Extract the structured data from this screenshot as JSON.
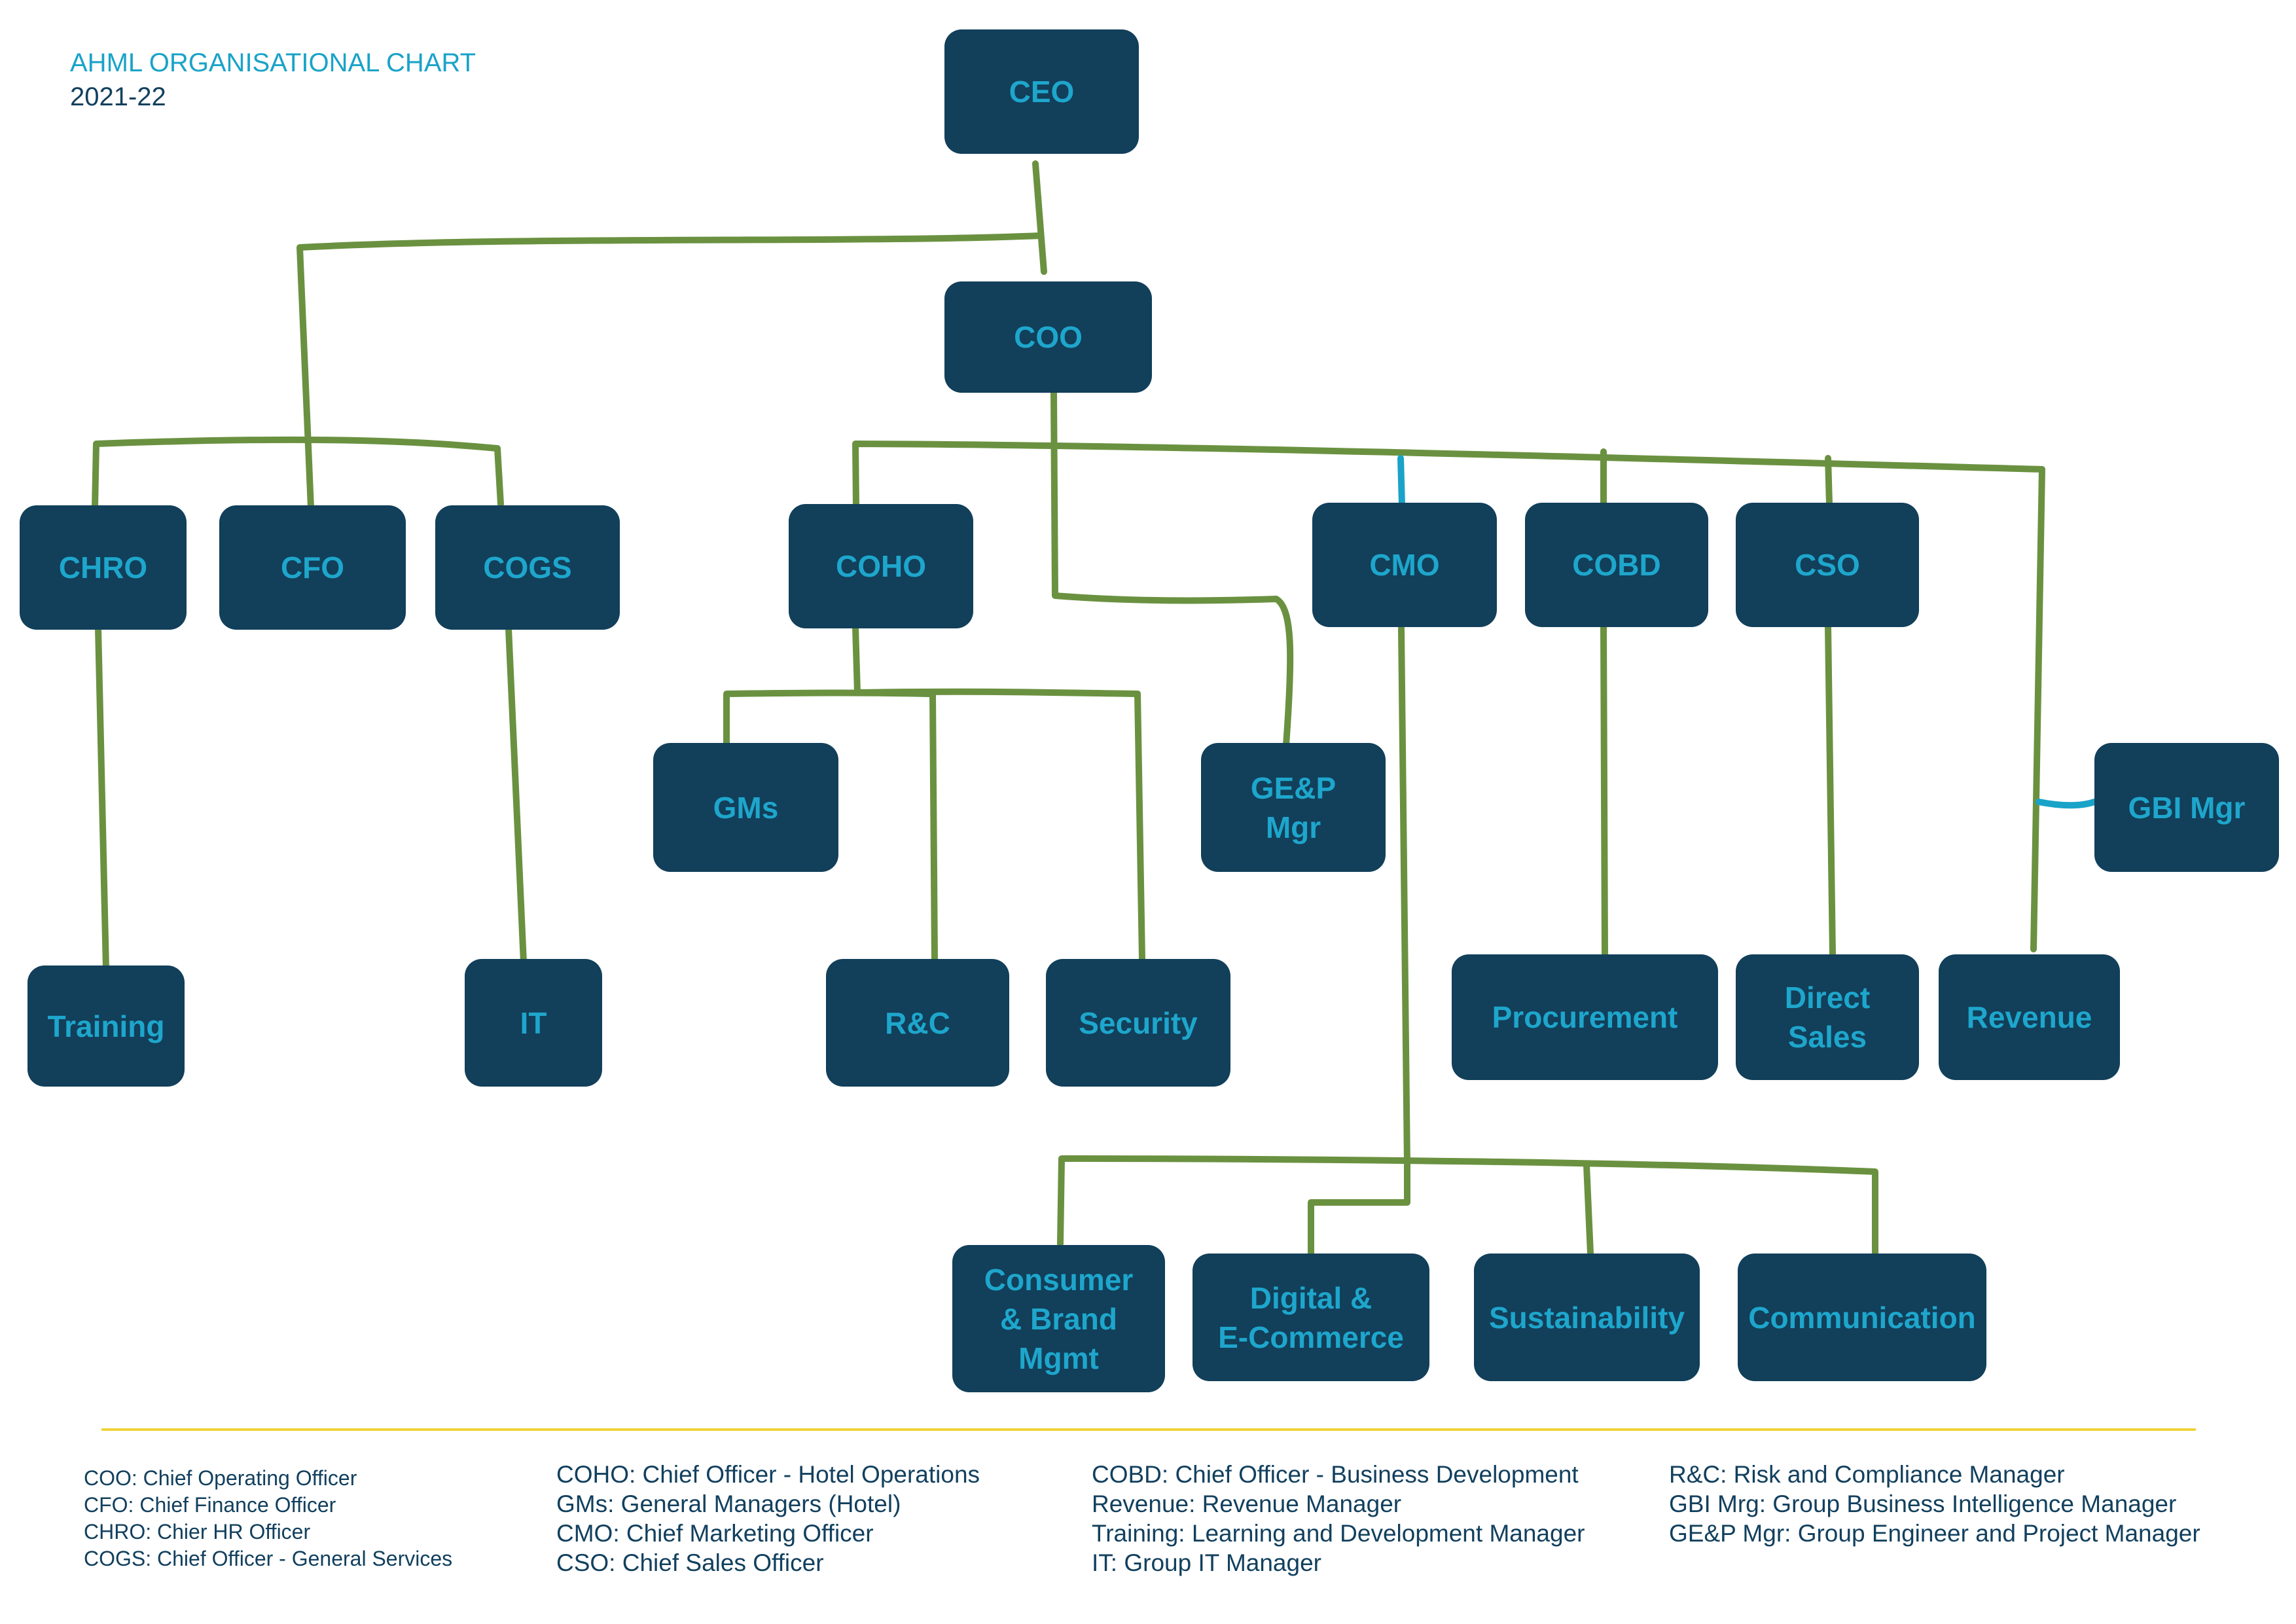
{
  "title": "AHML ORGANISATIONAL CHART",
  "subtitle": "2021-22",
  "colors": {
    "box": "#123f5a",
    "box_text": "#1ea6cc",
    "connector": "#6a9140",
    "connector_accent": "#1aa3c8",
    "divider": "#f0d43a",
    "title": "#1aa3c8",
    "legend_text": "#12405e"
  },
  "nodes": {
    "ceo": "CEO",
    "coo": "COO",
    "chro": "CHRO",
    "cfo": "CFO",
    "cogs": "COGS",
    "coho": "COHO",
    "cmo": "CMO",
    "cobd": "COBD",
    "cso": "CSO",
    "gms": "GMs",
    "gep_mgr": "GE&P\nMgr",
    "gbi_mgr": "GBI Mgr",
    "training": "Training",
    "it": "IT",
    "rc": "R&C",
    "security": "Security",
    "procurement": "Procurement",
    "direct_sales": "Direct\nSales",
    "revenue": "Revenue",
    "consumer_brand": "Consumer\n& Brand\nMgmt",
    "digital_ecommerce": "Digital &\nE-Commerce",
    "sustainability": "Sustainability",
    "communication": "Communication"
  },
  "legend": [
    [
      "COO: Chief Operating Officer",
      "CFO: Chief Finance Officer",
      "CHRO: Chier HR Officer",
      "COGS: Chief Officer - General Services"
    ],
    [
      "COHO: Chief Officer - Hotel Operations",
      "GMs: General Managers (Hotel)",
      "CMO: Chief Marketing Officer",
      "CSO: Chief Sales Officer"
    ],
    [
      "COBD: Chief Officer - Business Development",
      "Revenue: Revenue Manager",
      "Training: Learning and Development Manager",
      "IT: Group IT Manager"
    ],
    [
      "R&C: Risk and Compliance Manager",
      "GBI Mrg: Group Business Intelligence Manager",
      "GE&P Mgr: Group Engineer and Project Manager"
    ]
  ]
}
